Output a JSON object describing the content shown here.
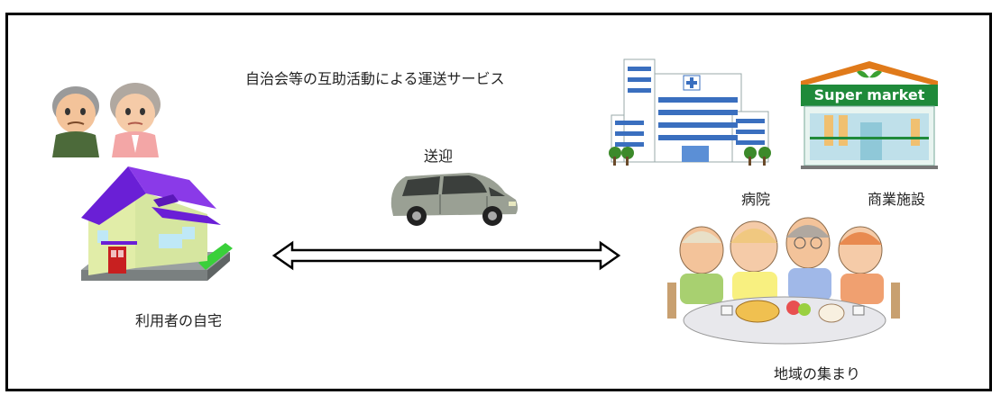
{
  "title": "自治会等の互助活動による運送サービス",
  "labels": {
    "transport": "送迎",
    "home": "利用者の自宅",
    "hospital": "病院",
    "commercial": "商業施設",
    "community": "地域の集まり"
  },
  "supermarket_sign": "Super market",
  "colors": {
    "house_roof": "#6a1fd6",
    "house_wall": "#d8e8a8",
    "supermarket_green": "#1f8a3a",
    "supermarket_roof": "#e07a1a",
    "hospital_blue": "#3a6fbf",
    "van": "#8f9488"
  }
}
